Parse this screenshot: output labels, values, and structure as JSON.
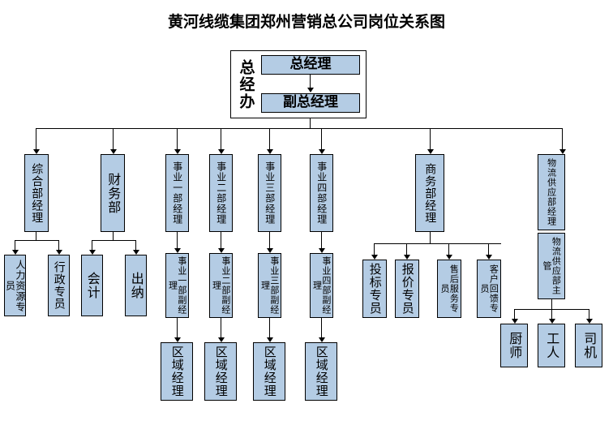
{
  "title": "黄河线缆集团郑州营销总公司岗位关系图",
  "colors": {
    "node_fill": "#b4cce4",
    "node_border": "#000000",
    "group_fill": "#ffffff",
    "text": "#000000",
    "connector": "#000000",
    "background": "#ffffff"
  },
  "executive_office": {
    "label": "总经办",
    "general_manager": "总经理",
    "deputy_general_manager": "副总经理"
  },
  "departments": {
    "general_affairs": {
      "manager": "综合部经理",
      "staff": [
        "人力资源专员",
        "行政专员"
      ]
    },
    "finance": {
      "manager": "财务部",
      "staff": [
        "会计",
        "出纳"
      ]
    },
    "business_units": [
      {
        "manager": "事业一部经理",
        "deputy": "事业一部副经理",
        "regional": "区域经理"
      },
      {
        "manager": "事业二部经理",
        "deputy": "事业二部副经理",
        "regional": "区域经理"
      },
      {
        "manager": "事业三部经理",
        "deputy": "事业三部副经理",
        "regional": "区域经理"
      },
      {
        "manager": "事业四部经理",
        "deputy": "事业四部副经理",
        "regional": "区域经理"
      }
    ],
    "commerce": {
      "manager": "商务部经理",
      "staff": [
        "投标专员",
        "报价专员",
        "售后服务专员",
        "客户回馈专员"
      ]
    },
    "logistics": {
      "manager": "物流供应部经理",
      "supervisor": "物流供应部主管",
      "staff": [
        "厨师",
        "工人",
        "司机"
      ]
    }
  }
}
